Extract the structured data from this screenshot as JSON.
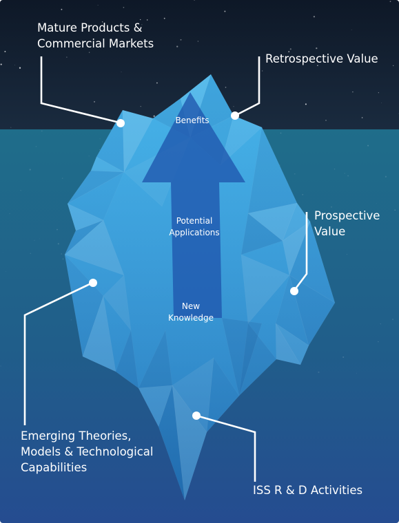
{
  "colors": {
    "sky_top": "#0f1a2a",
    "sky_bottom": "#1a2a3e",
    "sea_top": "#1f6a88",
    "sea_bottom": "#254f8f",
    "ice_light": "#3fb2e6",
    "ice_dark": "#1a6fc4",
    "arrow": "#1f57ad",
    "line": "#ffffff"
  },
  "callouts": {
    "mature": {
      "line1": "Mature Products &",
      "line2": "Commercial Markets"
    },
    "retrospective": {
      "line1": "Retrospective Value"
    },
    "prospective": {
      "line1": "Prospective",
      "line2": "Value"
    },
    "emerging": {
      "line1": "Emerging Theories,",
      "line2": "Models & Technological",
      "line3": "Capabilities"
    },
    "rnd": {
      "line1": "ISS R & D Activities"
    }
  },
  "inner_labels": {
    "benefits": {
      "line1": "Benefits"
    },
    "potential": {
      "line1": "Potential",
      "line2": "Applications"
    },
    "knowledge": {
      "line1": "New",
      "line2": "Knowledge"
    }
  },
  "icons": [
    "callout-dot-icon",
    "growth-arrow-icon",
    "iceberg-icon"
  ]
}
